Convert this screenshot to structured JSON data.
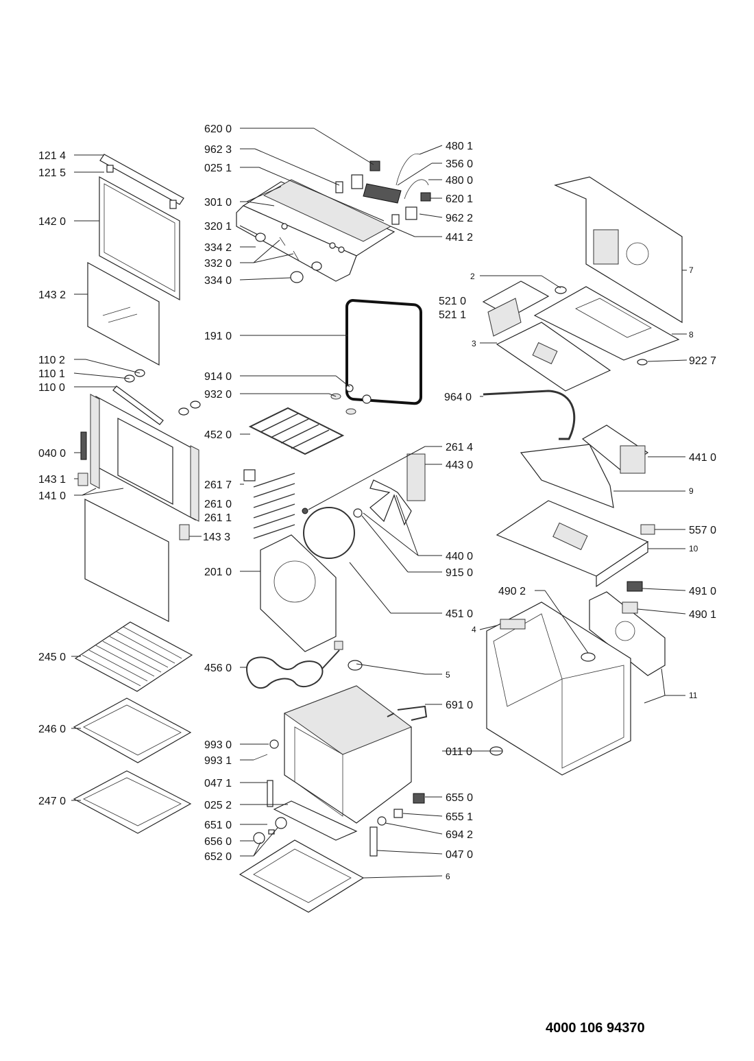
{
  "document_number": "4000 106 94370",
  "labels": {
    "l1214": "121 4",
    "l1215": "121 5",
    "l1420": "142 0",
    "l1432": "143 2",
    "l1102": "110 2",
    "l1101": "110 1",
    "l1100": "110 0",
    "l0400": "040 0",
    "l1431": "143 1",
    "l1410": "141 0",
    "l1433": "143 3",
    "l2450": "245 0",
    "l2460": "246 0",
    "l2470": "247 0",
    "l6200": "620 0",
    "l9623": "962 3",
    "l0251": "025 1",
    "l3010": "301 0",
    "l3201": "320 1",
    "l3342": "334 2",
    "l3320": "332 0",
    "l3340": "334 0",
    "l1910": "191 0",
    "l9140": "914 0",
    "l9320": "932 0",
    "l4520": "452 0",
    "l2617": "261 7",
    "l2610": "261 0",
    "l2611": "261 1",
    "l2010": "201 0",
    "l4560": "456 0",
    "l9930": "993 0",
    "l9931": "993 1",
    "l0471": "047 1",
    "l0252": "025 2",
    "l6510": "651 0",
    "l6560": "656 0",
    "l6520": "652 0",
    "l4801": "480 1",
    "l3560": "356 0",
    "l4800": "480 0",
    "l6201": "620 1",
    "l9622": "962 2",
    "l4412": "441 2",
    "l2614": "261 4",
    "l4430": "443 0",
    "l4400": "440 0",
    "l9150": "915 0",
    "l4510": "451 0",
    "l5": "5",
    "l6910": "691 0",
    "l0110": "011 0",
    "l6550": "655 0",
    "l6551": "655 1",
    "l6942": "694 2",
    "l0470": "047 0",
    "l6": "6",
    "l2": "2",
    "l5210": "521 0",
    "l5211": "521 1",
    "l3": "3",
    "l7": "7",
    "l8": "8",
    "l9227": "922 7",
    "l9640": "964 0",
    "l4410": "441 0",
    "l9": "9",
    "l5570": "557 0",
    "l10": "10",
    "l4902": "490 2",
    "l4910": "491 0",
    "l4901": "490 1",
    "l4": "4",
    "l11": "11"
  }
}
